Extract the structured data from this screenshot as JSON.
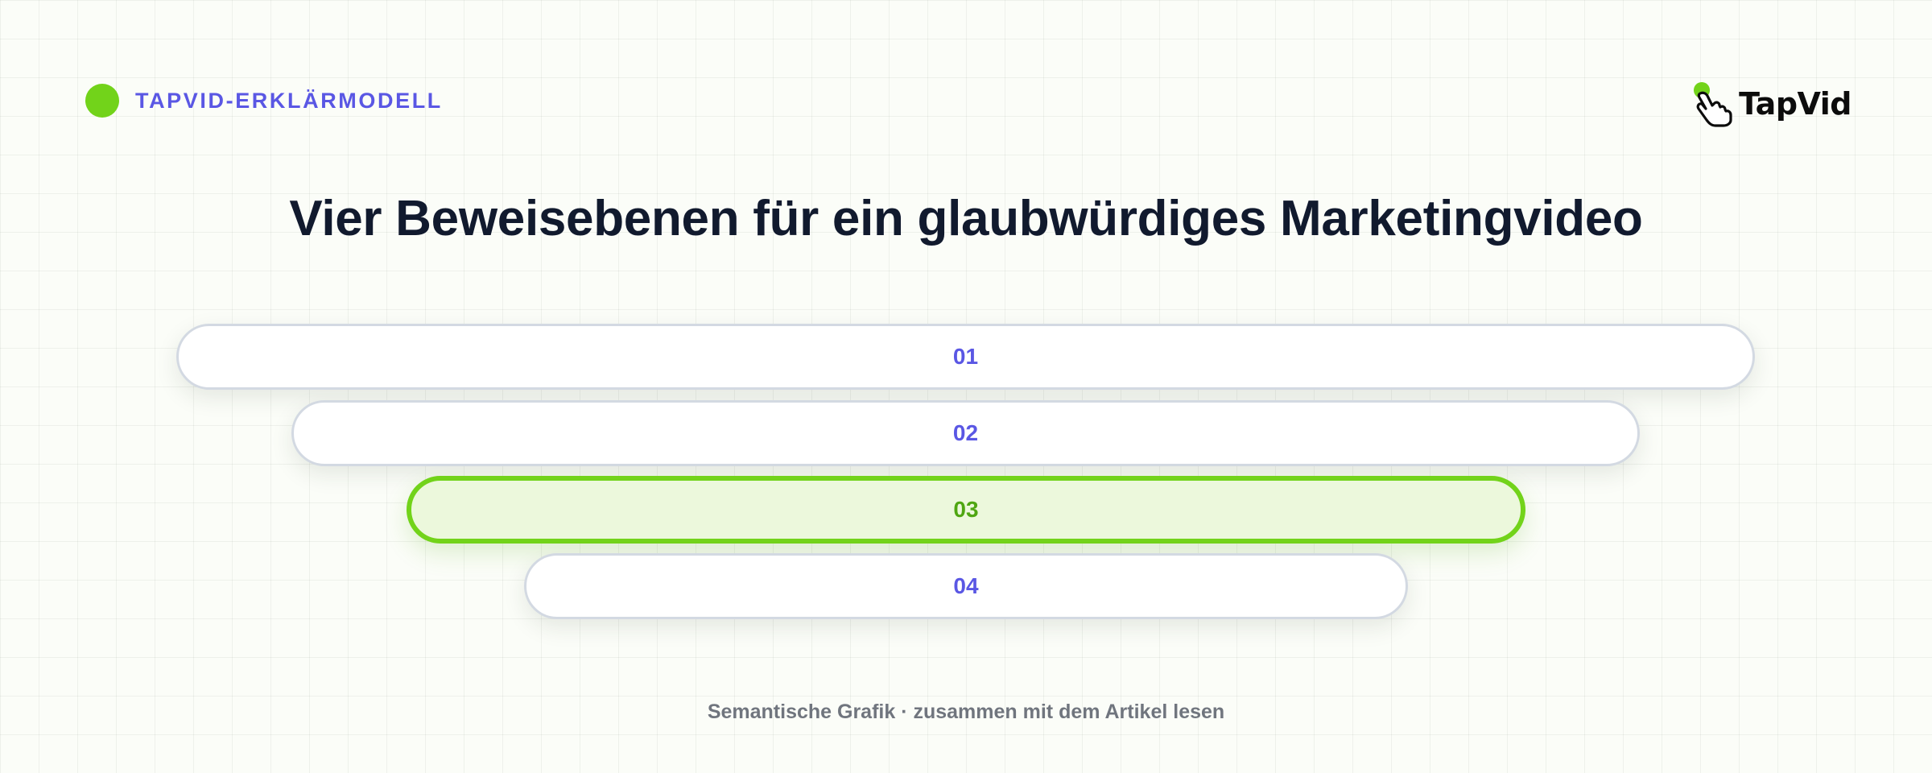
{
  "header": {
    "eyebrow": "TAPVID-ERKLÄRMODELL",
    "brand": "TapVid",
    "brand_icon": "tap-hand-icon",
    "accent_color": "#72d31a",
    "label_color": "#5a57e4"
  },
  "title": "Vier Beweisebenen für ein glaubwürdiges Marketingvideo",
  "levels": [
    {
      "label": "01",
      "highlighted": false
    },
    {
      "label": "02",
      "highlighted": false
    },
    {
      "label": "03",
      "highlighted": true
    },
    {
      "label": "04",
      "highlighted": false
    }
  ],
  "footer": "Semantische Grafik · zusammen mit dem Artikel lesen"
}
